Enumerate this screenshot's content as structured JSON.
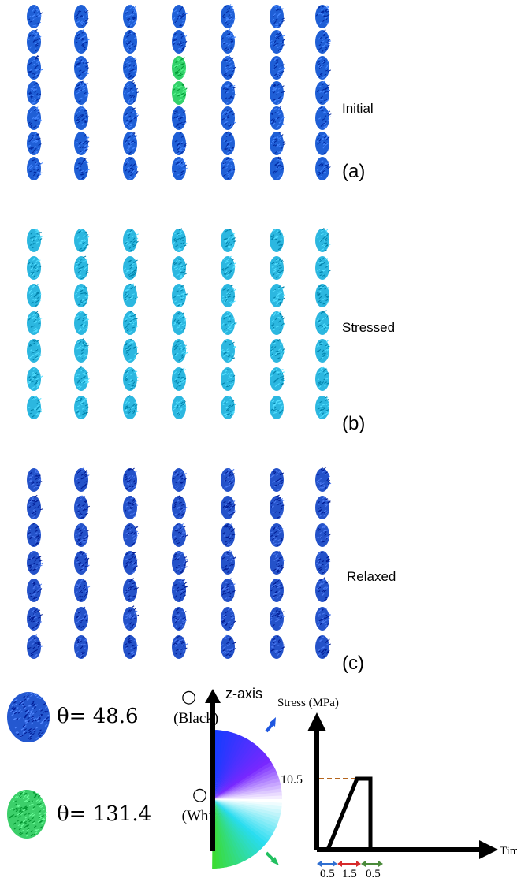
{
  "panels": [
    {
      "id": "a",
      "state": "Initial",
      "letter": "(a)",
      "base_color": "#1f5fd6",
      "highlight_color": "#33d16a",
      "rows": 7,
      "cols": 7,
      "highlights": [
        [
          2,
          3
        ],
        [
          3,
          3
        ]
      ]
    },
    {
      "id": "b",
      "state": "Stressed",
      "letter": "(b)",
      "base_color": "#2cb7e0",
      "highlight_color": "#2cb7e0",
      "rows": 7,
      "cols": 7,
      "highlights": []
    },
    {
      "id": "c",
      "state": "Relaxed",
      "letter": "(c)",
      "base_color": "#2452c9",
      "highlight_color": "#2452c9",
      "rows": 7,
      "cols": 7,
      "highlights": []
    }
  ],
  "legend": {
    "black": {
      "text": "θ= 48.6",
      "degree": "○",
      "note": "(Black)",
      "color": "#2458d0"
    },
    "white": {
      "text": "θ= 131.4",
      "degree": "○",
      "note": "(White)",
      "color": "#3ccf6a"
    },
    "z_axis_label": "z-axis"
  },
  "stress_chart": {
    "ylabel": "Stress (MPa)",
    "xlabel": "Time (ns)",
    "level_label": "10.5",
    "durations": [
      "0.5",
      "1.5",
      "0.5"
    ],
    "duration_colors": [
      "#2f6fd1",
      "#d62a2a",
      "#4a8a3a"
    ],
    "level_line_color": "#b5651d"
  }
}
